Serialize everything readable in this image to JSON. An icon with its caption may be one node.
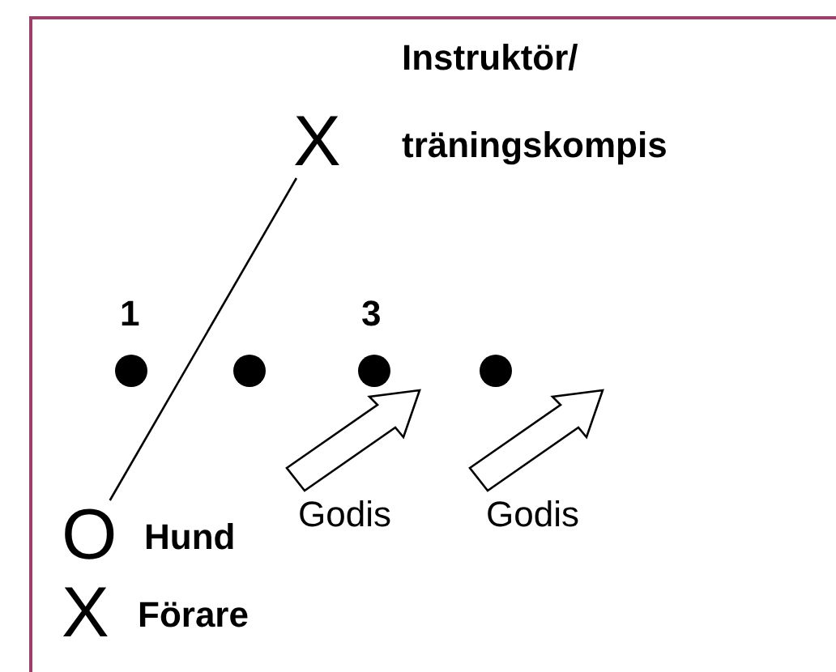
{
  "diagram": {
    "nodes": [
      {
        "text": [
          "X"
        ],
        "beside": [
          "Instruktör/ träningskompis"
        ]
      },
      {
        "text": [
          "O"
        ],
        "beside": [
          "Hund"
        ]
      }
    ],
    "edges": [
      {
        "from": 1,
        "to": 0,
        "arrow": "none"
      }
    ],
    "labels": [
      "1",
      "3",
      "Godis",
      "Godis",
      "X",
      "Förare"
    ]
  }
}
